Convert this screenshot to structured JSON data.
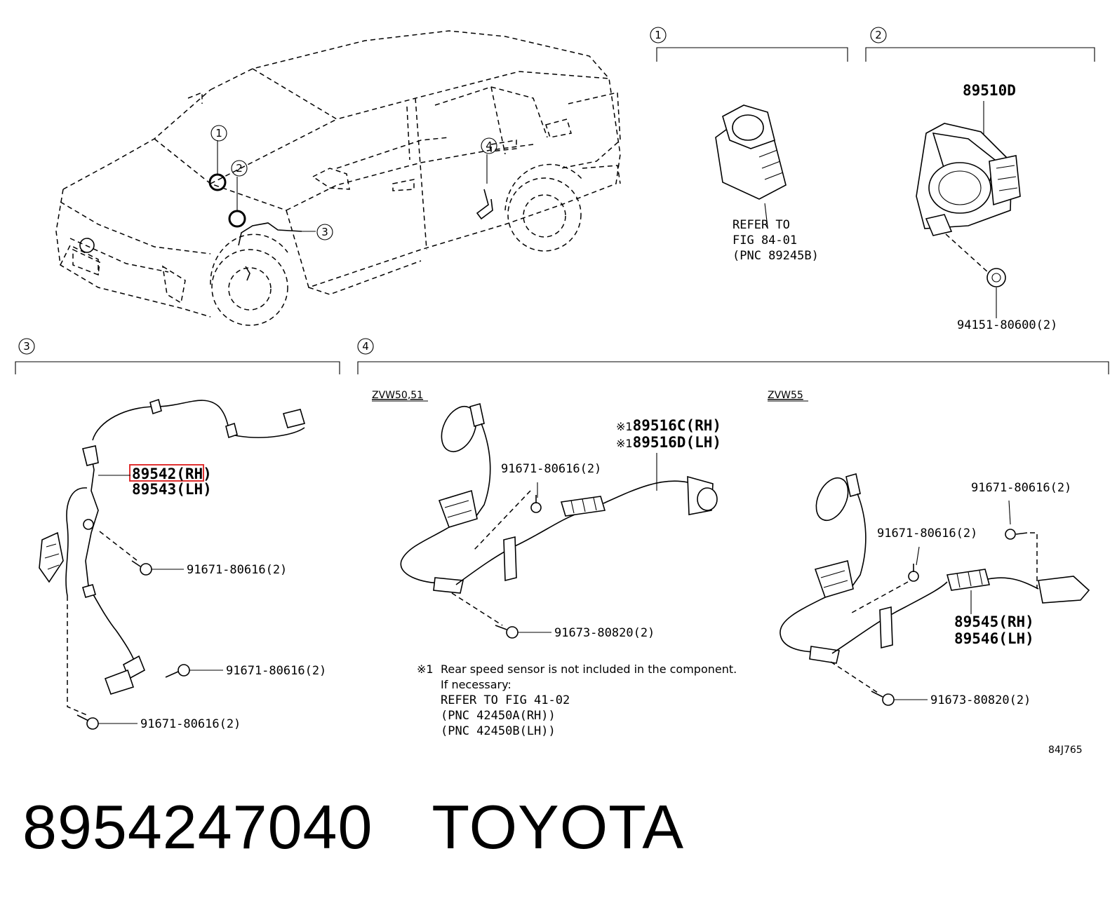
{
  "callouts": [
    "1",
    "2",
    "3",
    "4"
  ],
  "section1": {
    "ref_lines": [
      "REFER TO",
      "FIG 84-01",
      "(PNC 89245B)"
    ]
  },
  "section2": {
    "part": "89510D",
    "clip": "94151-80600(2)"
  },
  "section3": {
    "part_rh": "89542(RH)",
    "part_lh": "89543(LH)",
    "bolt_a": "91671-80616(2)",
    "bolt_b": "91671-80616(2)",
    "bolt_c": "91671-80616(2)"
  },
  "section4": {
    "variant_a": {
      "label": "ZVW50,51",
      "sensor_rh": "89516C(RH)",
      "sensor_lh": "89516D(LH)",
      "note_mark": "※1",
      "bolt_upper": "91671-80616(2)",
      "bolt_lower": "91673-80820(2)"
    },
    "variant_b": {
      "label": "ZVW55",
      "bolt_upper_right": "91671-80616(2)",
      "bolt_upper": "91671-80616(2)",
      "sensor_rh": "89545(RH)",
      "sensor_lh": "89546(LH)",
      "bolt_lower": "91673-80820(2)"
    },
    "note": {
      "mark": "※1",
      "line1": "Rear speed sensor is not included in the component.",
      "line2": "If necessary:",
      "line3": "REFER TO FIG 41-02",
      "line4": "(PNC 42450A(RH))",
      "line5": "(PNC 42450B(LH))"
    }
  },
  "figure_code": "84J765",
  "footer": {
    "part_number": "8954247040",
    "brand": "TOYOTA"
  },
  "highlight_color": "#e03030"
}
